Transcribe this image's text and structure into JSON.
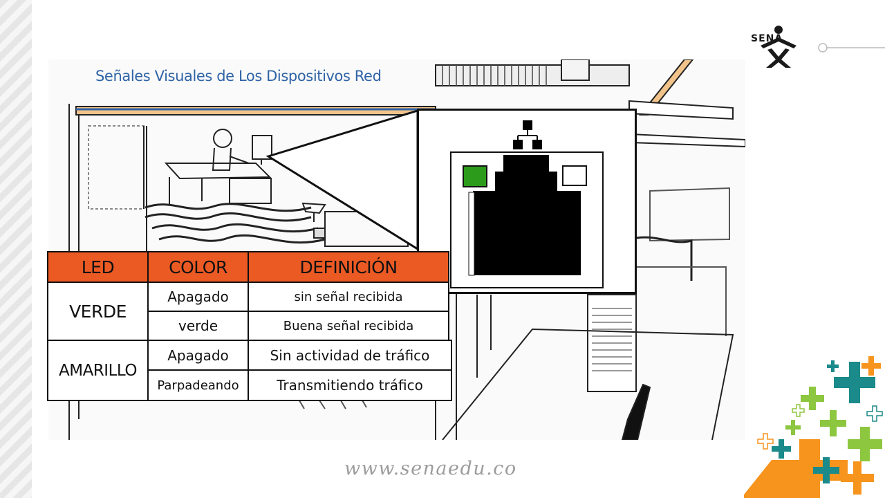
{
  "slide": {
    "title": "Señales Visuales de Los Dispositivos Red",
    "footer_url": "www.senaedu.co"
  },
  "logo": {
    "brand": "SENA"
  },
  "led_table": {
    "headers": [
      "LED",
      "COLOR",
      "DEFINICIÓN"
    ],
    "groups": [
      {
        "led": "VERDE",
        "rows": [
          {
            "color": "Apagado",
            "definition": "sin señal recibida"
          },
          {
            "color": "verde",
            "definition": "Buena señal recibida"
          }
        ]
      },
      {
        "led": "AMARILLO",
        "rows": [
          {
            "color": "Apagado",
            "definition": "Sin actividad de tráfico"
          },
          {
            "color": "Parpadeando",
            "definition": "Transmitiendo tráfico"
          }
        ]
      }
    ]
  },
  "port_diagram": {
    "left_led_color": "#2c9a1a",
    "right_led_color": "#ffffff"
  },
  "colors": {
    "title_blue": "#2f63a6",
    "header_orange": "#ec5a24",
    "deco_green": "#8dc63f",
    "deco_teal": "#1b8a8a",
    "deco_orange": "#f7941d"
  }
}
